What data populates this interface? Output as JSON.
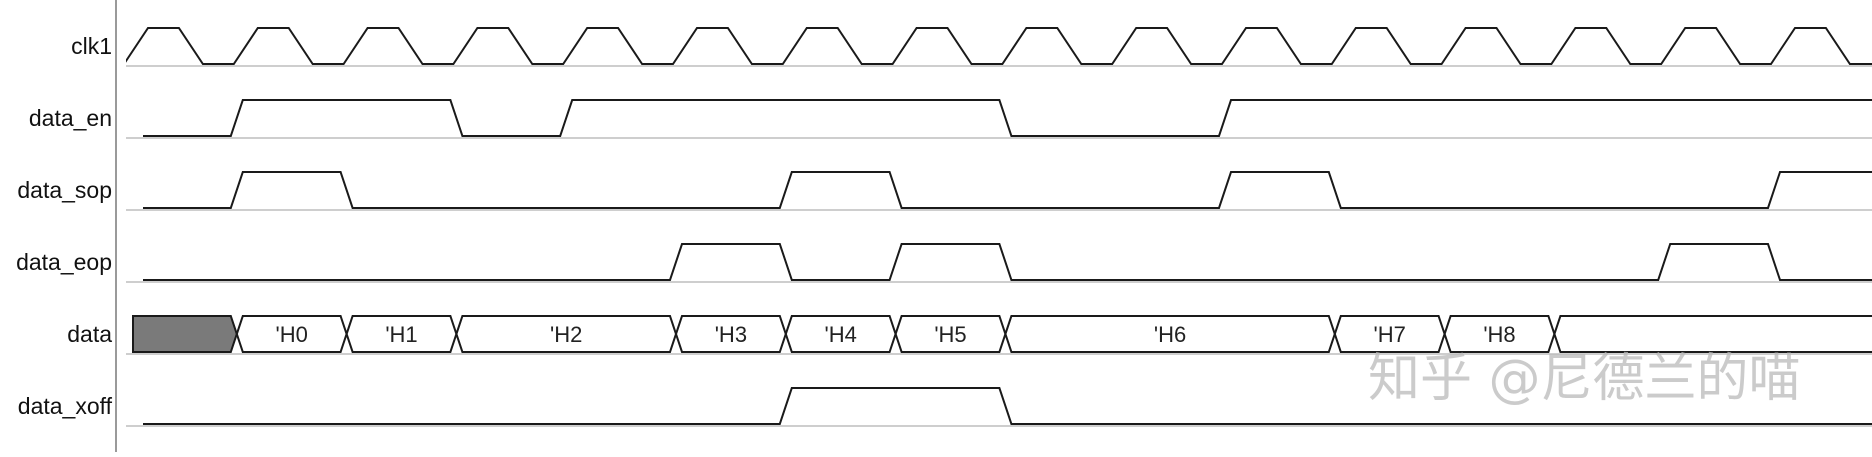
{
  "signals": [
    {
      "id": "clk1",
      "name": "clk1",
      "kind": "clock",
      "period_cycles": 1
    },
    {
      "id": "data_en",
      "name": "data_en",
      "kind": "bit",
      "transitions": [
        [
          0,
          0
        ],
        [
          1,
          1
        ],
        [
          3,
          0
        ],
        [
          4,
          1
        ],
        [
          8,
          0
        ],
        [
          10,
          1
        ]
      ]
    },
    {
      "id": "data_sop",
      "name": "data_sop",
      "kind": "bit",
      "transitions": [
        [
          0,
          0
        ],
        [
          1,
          1
        ],
        [
          2,
          0
        ],
        [
          6,
          1
        ],
        [
          7,
          0
        ],
        [
          10,
          1
        ],
        [
          11,
          0
        ],
        [
          15,
          1
        ]
      ]
    },
    {
      "id": "data_eop",
      "name": "data_eop",
      "kind": "bit",
      "transitions": [
        [
          0,
          0
        ],
        [
          5,
          1
        ],
        [
          6,
          0
        ],
        [
          7,
          1
        ],
        [
          8,
          0
        ],
        [
          14,
          1
        ],
        [
          15,
          0
        ]
      ]
    },
    {
      "id": "data",
      "name": "data",
      "kind": "bus",
      "segments": [
        {
          "from": 0,
          "to": 1,
          "value": "",
          "unknown": true
        },
        {
          "from": 1,
          "to": 2,
          "value": "'H0"
        },
        {
          "from": 2,
          "to": 3,
          "value": "'H1"
        },
        {
          "from": 3,
          "to": 5,
          "value": "'H2"
        },
        {
          "from": 5,
          "to": 6,
          "value": "'H3"
        },
        {
          "from": 6,
          "to": 7,
          "value": "'H4"
        },
        {
          "from": 7,
          "to": 8,
          "value": "'H5"
        },
        {
          "from": 8,
          "to": 11,
          "value": "'H6"
        },
        {
          "from": 11,
          "to": 12,
          "value": "'H7"
        },
        {
          "from": 12,
          "to": 13,
          "value": "'H8"
        },
        {
          "from": 13,
          "to": 16,
          "value": ""
        }
      ]
    },
    {
      "id": "data_xoff",
      "name": "data_xoff",
      "kind": "bit",
      "transitions": [
        [
          0,
          0
        ],
        [
          6,
          1
        ],
        [
          8,
          0
        ]
      ]
    }
  ],
  "cycles_visible": 16,
  "watermark": "知乎 @尼德兰的喵",
  "colors": {
    "background": "#ffffff",
    "wave": "#1a1a1a",
    "baseline": "#bdbdbd",
    "divider": "#9a9a9a",
    "unknown_fill": "#7a7a7a",
    "watermark": "#b9b9b9"
  }
}
